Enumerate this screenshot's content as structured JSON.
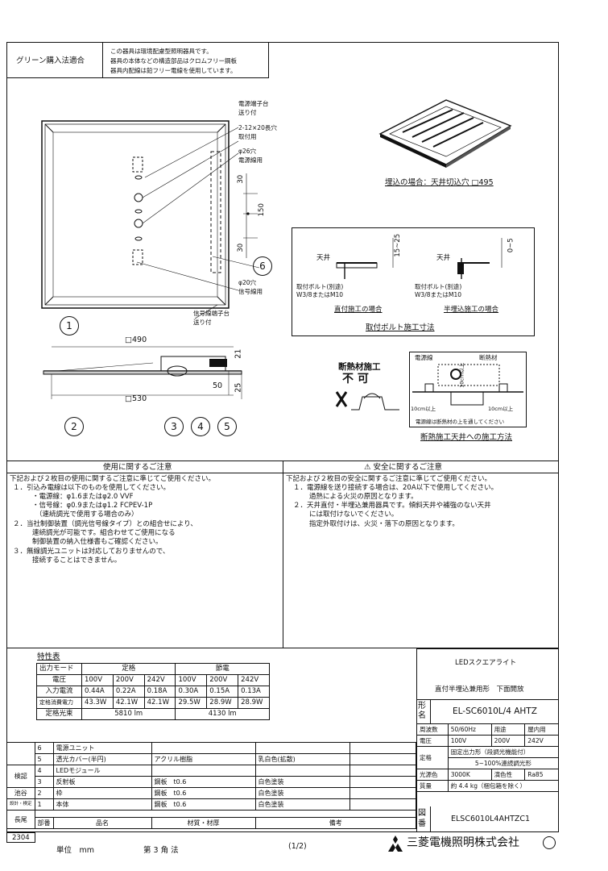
{
  "header": {
    "green_label": "グリーン購入法適合",
    "green_lines": [
      "この器具は環境配慮型照明器具です。",
      "器具の本体などの構造部品はクロムフリー鋼板",
      "器具内配線は鉛フリー電線を使用しています。"
    ]
  },
  "drawing": {
    "callouts_top": [
      "電源端子台",
      "送り付",
      "2-12×20長穴",
      "取付用",
      "φ26穴",
      "電源線用",
      "φ20穴",
      "信号線用",
      "信号線端子台",
      "送り付"
    ],
    "dims_side": [
      "30",
      "150",
      "30"
    ],
    "dims_bottom": [
      "□490",
      "□530",
      "21",
      "25",
      "50"
    ],
    "item_numbers": [
      "1",
      "2",
      "3",
      "4",
      "5",
      "6"
    ],
    "ceiling_note": "埋込の場合：天井切込穴 □495",
    "bolt": {
      "left_title": "天井",
      "left_dim": "15~25",
      "left_bolt": "取付ボルト(別途)",
      "left_spec": "W3/8またはM10",
      "left_caption": "直付施工の場合",
      "right_title": "天井",
      "right_dim": "0~5",
      "right_bolt": "取付ボルト(別途)",
      "right_spec": "W3/8またはM10",
      "right_caption": "半埋込施工の場合",
      "footer": "取付ボルト施工寸法"
    },
    "insul": {
      "title": "断熱材施工",
      "not": "不 可",
      "label_wire": "電源線",
      "label_insul": "断熱材",
      "d1": "10cm以上",
      "d2": "10cm以上",
      "d3": "10cm以上",
      "note": "電源線は断熱材の上を通してください",
      "caption": "断熱施工天井への施工方法"
    }
  },
  "notes": {
    "usage_title": "使用に関するご注意",
    "safety_title": "⚠ 安全に関するご注意",
    "usage": [
      "下記および２枚目の使用に関するご注意に準じてご使用ください。",
      "１．引込み電線は以下のものを使用してください。",
      "・電源線：φ1.6またはφ2.0 VVF",
      "・信号線：φ0.9またはφ1.2 FCPEV-1P",
      "（連続調光で使用する場合のみ）",
      "２．当社制御装置（調光信号線タイプ）との組合せにより、",
      "連続調光が可能です。組合わせてご使用になる",
      "制御装置の納入仕様書もご確認ください。",
      "３．無線調光ユニットは対応しておりませんので、",
      "接続することはできません。"
    ],
    "safety": [
      "下記および２枚目の安全に関するご注意に準じてご使用ください。",
      "１．電源線を送り接続する場合は、20A以下で使用してください。",
      "過熱による火災の原因となります。",
      "２．天井直付・半埋込兼用器具です。傾斜天井や補強のない天井",
      "には取付けないでください。",
      "指定外取付けは、火災・落下の原因となります。"
    ]
  },
  "spec": {
    "title": "特性表",
    "mode_label": "出力モード",
    "rated": "定格",
    "eco": "節電",
    "voltage_label": "電圧",
    "voltages": [
      "100V",
      "200V",
      "242V",
      "100V",
      "200V",
      "242V"
    ],
    "current_label": "入力電流",
    "currents": [
      "0.44A",
      "0.22A",
      "0.18A",
      "0.30A",
      "0.15A",
      "0.13A"
    ],
    "power_label": "定格消費電力",
    "powers": [
      "43.3W",
      "42.1W",
      "42.1W",
      "29.5W",
      "28.9W",
      "28.9W"
    ],
    "flux_label": "定格光束",
    "flux_rated": "5810 lm",
    "flux_eco": "4130 lm"
  },
  "product": {
    "name": "LEDスクエアライト",
    "desc": "直付半埋込兼用形　下面開放",
    "model_label": "形名",
    "model": "EL-SC6010L/4 AHTZ",
    "freq_label": "周波数",
    "freq": "50/60Hz",
    "use_label": "用途",
    "use": "屋内用",
    "volt_label": "電圧",
    "v1": "100V",
    "v2": "200V",
    "v3": "242V",
    "rating_label": "定格",
    "rating1": "固定出力形（段調光機能付）",
    "rating2": "5~100%連続調光形",
    "color_label": "光源色",
    "color": "3000K",
    "cri_label": "演色性",
    "cri": "Ra85",
    "mass_label": "質量",
    "mass": "約 4.4 kg（梱包箱を除く）",
    "drawing_label": "図番",
    "drawing_no": "ELSC6010L4AHTZC1"
  },
  "parts": {
    "rows": [
      {
        "no": "6",
        "name": "電源ユニット",
        "material": "",
        "finish": ""
      },
      {
        "no": "5",
        "name": "透光カバー(半円)",
        "material": "アクリル樹脂",
        "finish": "乳白色(拡散)"
      },
      {
        "no": "4",
        "name": "LEDモジュール",
        "material": "",
        "finish": ""
      },
      {
        "no": "3",
        "name": "反射板",
        "material": "鋼板　t0.6",
        "finish": "白色塗装"
      },
      {
        "no": "2",
        "name": "枠",
        "material": "鋼板　t0.6",
        "finish": "白色塗装"
      },
      {
        "no": "1",
        "name": "本体",
        "material": "鋼板　t0.6",
        "finish": "白色塗装"
      }
    ],
    "side_labels": [
      "検認",
      "池谷",
      "設計・検定",
      "長尾"
    ],
    "head_no": "部番",
    "head_name": "品名",
    "head_material": "材質・材厚",
    "head_note": "備考"
  },
  "footer": {
    "code": "2304",
    "unit": "単位　mm",
    "angle": "第 3 角 法",
    "page": "(1/2)",
    "company": "三菱電機照明株式会社"
  }
}
